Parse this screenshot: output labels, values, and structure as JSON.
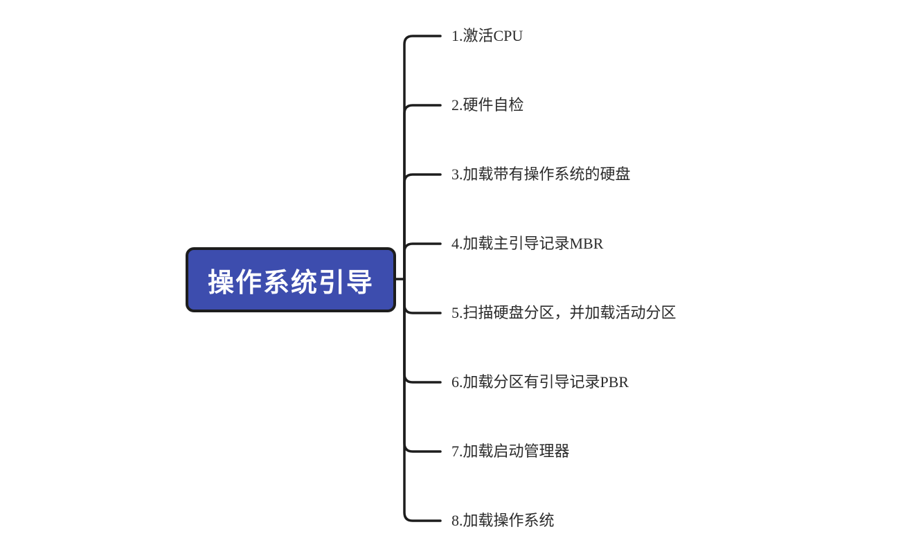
{
  "diagram": {
    "type": "mindmap",
    "title": "操作系统引导",
    "root": {
      "label": "操作系统引导"
    },
    "branches": [
      {
        "label": "1.激活CPU"
      },
      {
        "label": "2.硬件自检"
      },
      {
        "label": "3.加载带有操作系统的硬盘"
      },
      {
        "label": "4.加载主引导记录MBR"
      },
      {
        "label": "5.扫描硬盘分区，并加载活动分区"
      },
      {
        "label": "6.加载分区有引导记录PBR"
      },
      {
        "label": "7.加载启动管理器"
      },
      {
        "label": "8.加载操作系统"
      }
    ],
    "colors": {
      "background": "#ffffff",
      "root_fill": "#3d4dae",
      "root_text": "#ffffff",
      "line": "#1d1d1d",
      "branch_text": "#2b2b2b"
    }
  }
}
